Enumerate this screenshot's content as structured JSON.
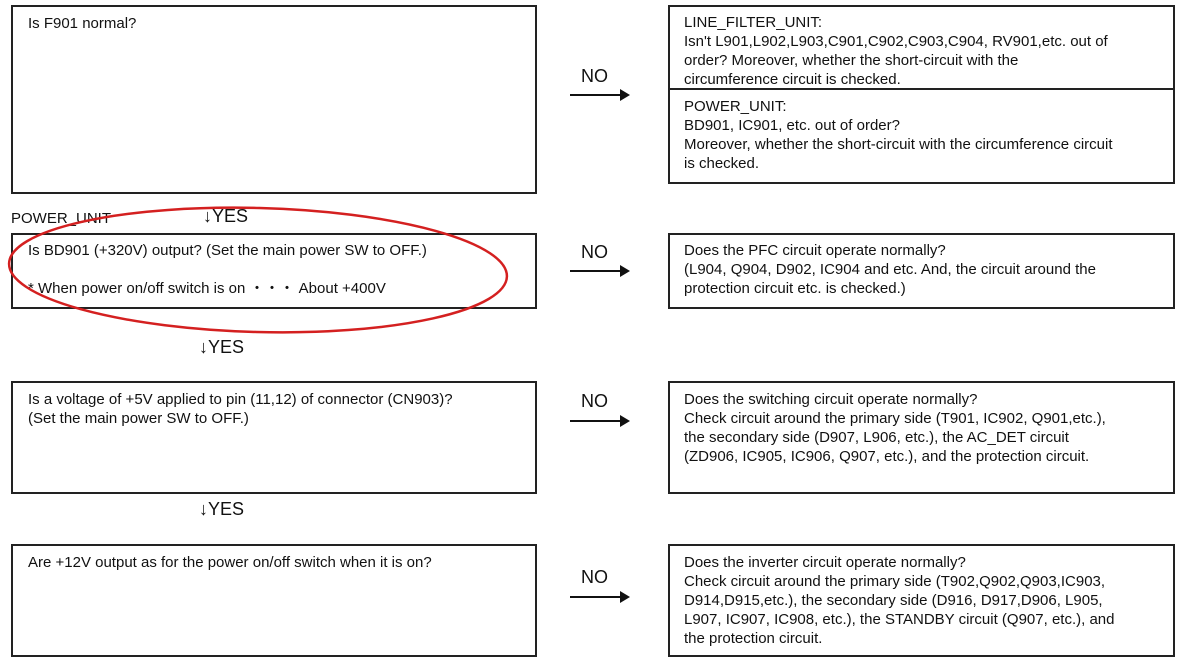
{
  "colors": {
    "highlight": "#d42020",
    "border": "#222222"
  },
  "steps": [
    {
      "question": [
        "Is F901 normal?"
      ],
      "no_label": "NO",
      "result_sections": [
        [
          "LINE_FILTER_UNIT:",
          "Isn't L901,L902,L903,C901,C902,C903,C904, RV901,etc. out of",
          "order? Moreover, whether the short-circuit with the",
          "circumference circuit is checked."
        ],
        [
          "POWER_UNIT:",
          "BD901, IC901, etc. out of order?",
          "Moreover, whether the short-circuit with the circumference circuit",
          "is checked."
        ]
      ]
    },
    {
      "section_label": "POWER_UNIT",
      "yes_label": "↓YES",
      "question": [
        "Is BD901 (+320V) output? (Set the main power SW to OFF.)",
        "*  When power on/off switch is on   ・・・  About +400V"
      ],
      "no_label": "NO",
      "result": [
        "Does the PFC circuit operate normally?",
        "(L904, Q904, D902, IC904 and etc. And, the circuit around the",
        "protection circuit etc. is checked.)"
      ]
    },
    {
      "yes_label": "↓YES",
      "question": [
        "Is a voltage of +5V applied to pin (11,12) of connector (CN903)?",
        "(Set the main power SW to OFF.)"
      ],
      "no_label": "NO",
      "result": [
        "Does the switching circuit operate normally?",
        "Check circuit around the primary side (T901, IC902, Q901,etc.),",
        "the secondary side (D907, L906, etc.), the AC_DET circuit",
        "(ZD906, IC905, IC906, Q907, etc.), and the protection circuit."
      ]
    },
    {
      "yes_label": "↓YES",
      "question": [
        "Are +12V output as for the power on/off switch when it is on?"
      ],
      "no_label": "NO",
      "result": [
        "Does the inverter circuit operate normally?",
        "Check circuit around the primary side (T902,Q902,Q903,IC903,",
        "D914,D915,etc.), the secondary side (D916, D917,D906, L905,",
        "L907, IC907, IC908, etc.), the STANDBY circuit (Q907, etc.), and",
        "the protection circuit."
      ]
    }
  ]
}
